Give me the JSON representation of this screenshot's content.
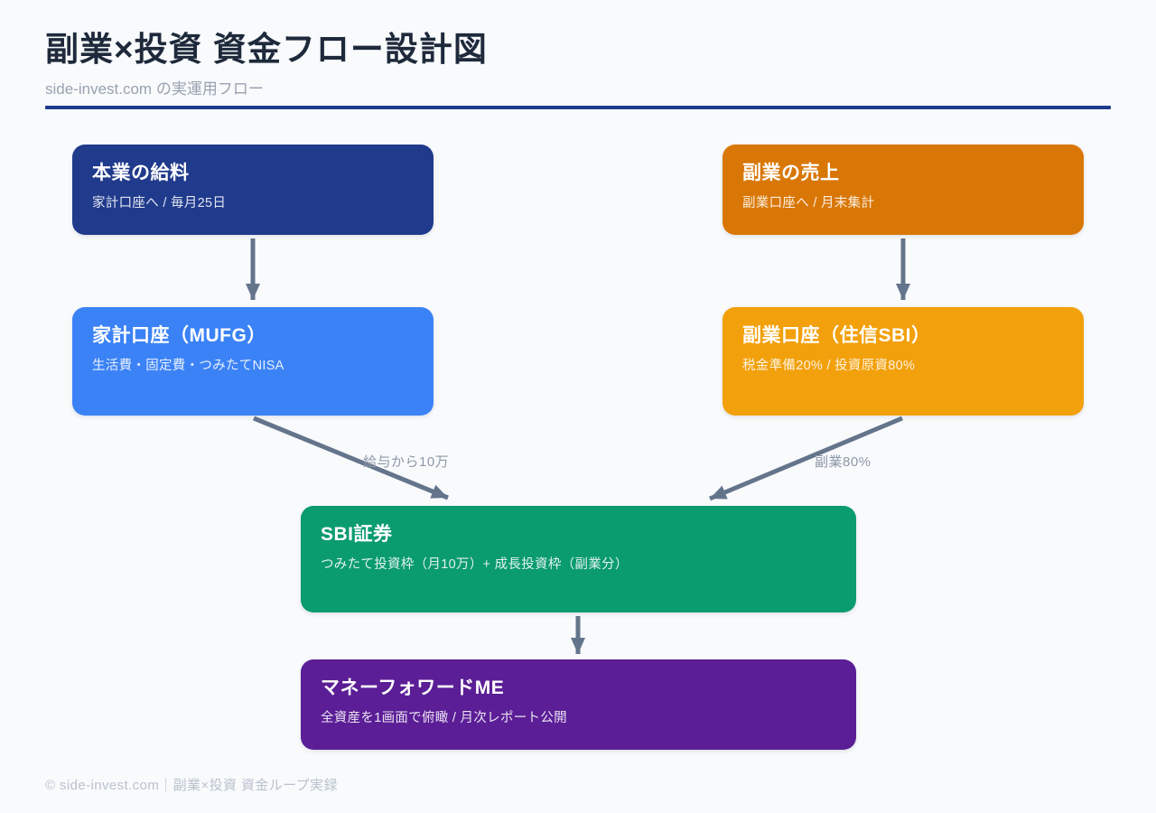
{
  "page": {
    "title": "副業×投資 資金フロー設計図",
    "subtitle": "side-invest.com の実運用フロー",
    "footer": "© side-invest.com｜副業×投資 資金ループ実録"
  },
  "colors": {
    "background": "#f8fafc",
    "accent_line": "#1e3a8a",
    "arrow": "#64748b"
  },
  "nodes": {
    "salary": {
      "title": "本業の給料",
      "subtitle": "家計口座へ / 毎月25日",
      "color": "#203a8c"
    },
    "side_revenue": {
      "title": "副業の売上",
      "subtitle": "副業口座へ / 月末集計",
      "color": "#d97706"
    },
    "household_account": {
      "title": "家計口座（MUFG）",
      "subtitle": "生活費・固定費・つみたてNISA",
      "color": "#3b82f6"
    },
    "side_account": {
      "title": "副業口座（住信SBI）",
      "subtitle": "税金準備20% / 投資原資80%",
      "color": "#f2a00b"
    },
    "sbi_securities": {
      "title": "SBI証券",
      "subtitle": "つみたて投資枠（月10万）+ 成長投資枠（副業分）",
      "color": "#0a9b6e"
    },
    "money_forward": {
      "title": "マネーフォワードME",
      "subtitle": "全資産を1画面で俯瞰 / 月次レポート公開",
      "color": "#5b1e96"
    }
  },
  "edges": {
    "salary_to_sbi_label": "給与から10万",
    "side_to_sbi_label": "副業80%"
  }
}
